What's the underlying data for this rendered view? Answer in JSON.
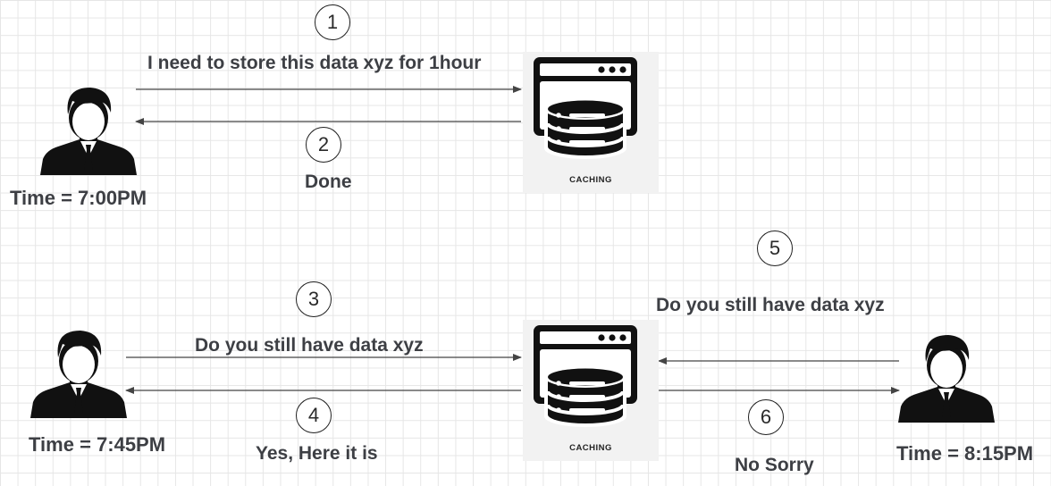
{
  "steps": [
    "1",
    "2",
    "3",
    "4",
    "5",
    "6"
  ],
  "messages": {
    "m1": "I need to store this data xyz for 1hour",
    "m2": "Done",
    "m3": "Do you still have data xyz",
    "m4": "Yes, Here it is",
    "m5": "Do you still have data xyz",
    "m6": "No Sorry"
  },
  "times": {
    "t1": "Time = 7:00PM",
    "t2": "Time = 7:45PM",
    "t3": "Time = 8:15PM"
  },
  "cache_label": "CACHING",
  "icons": {
    "user": "user-icon",
    "cache": "caching-server-icon"
  },
  "colors": {
    "arrow": "#444444",
    "text": "#3d3f44",
    "icon": "#111111"
  }
}
